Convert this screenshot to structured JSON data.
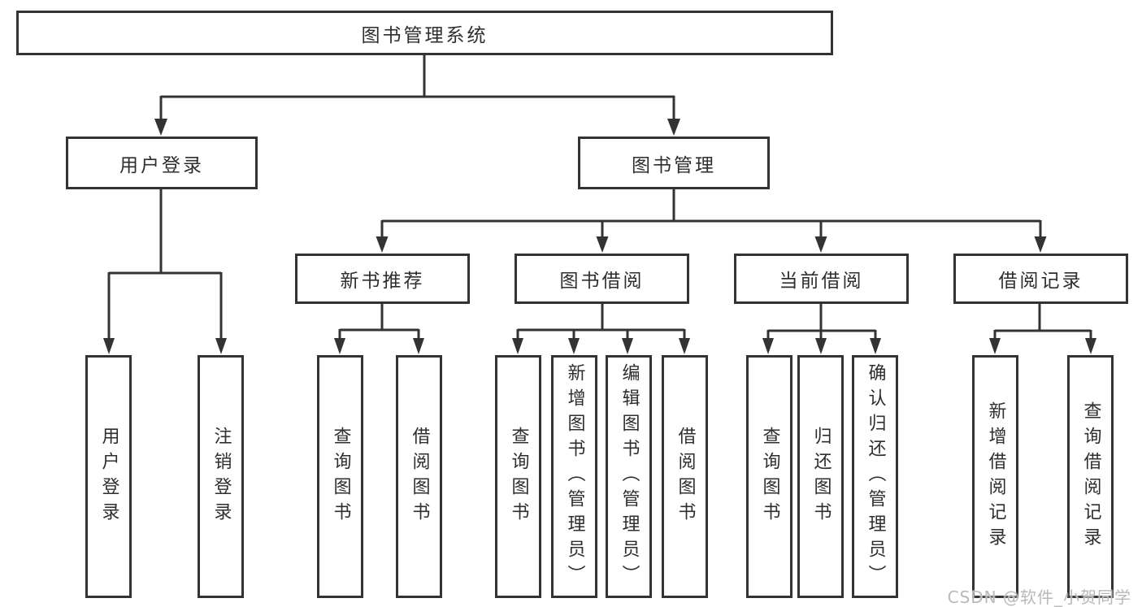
{
  "diagram": {
    "type": "hierarchy-tree",
    "title": "图书管理系统",
    "watermark": "CSDN @软件_小贺同学",
    "colors": {
      "line": "#333333",
      "box_border": "#333333",
      "box_fill": "#ffffff",
      "text": "#2e2e2e",
      "background": "#ffffff",
      "watermark": "#b9b9b9"
    },
    "root": {
      "label": "图书管理系统",
      "children": [
        {
          "label": "用户登录",
          "children": [
            {
              "label": "用户登录"
            },
            {
              "label": "注销登录"
            }
          ]
        },
        {
          "label": "图书管理",
          "children": [
            {
              "label": "新书推荐",
              "children": [
                {
                  "label": "查询图书"
                },
                {
                  "label": "借阅图书"
                }
              ]
            },
            {
              "label": "图书借阅",
              "children": [
                {
                  "label": "查询图书"
                },
                {
                  "label": "新增图书（管理员）"
                },
                {
                  "label": "编辑图书（管理员）"
                },
                {
                  "label": "借阅图书"
                }
              ]
            },
            {
              "label": "当前借阅",
              "children": [
                {
                  "label": "查询图书"
                },
                {
                  "label": "归还图书"
                },
                {
                  "label": "确认归还（管理员）"
                }
              ]
            },
            {
              "label": "借阅记录",
              "children": [
                {
                  "label": "新增借阅记录"
                },
                {
                  "label": "查询借阅记录"
                }
              ]
            }
          ]
        }
      ]
    }
  }
}
